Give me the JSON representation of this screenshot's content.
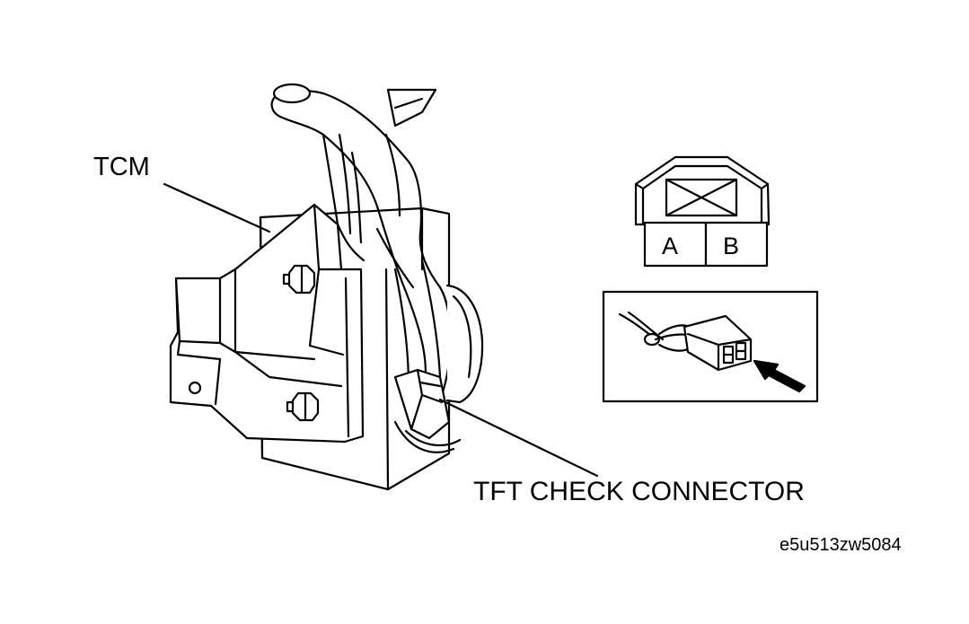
{
  "labels": {
    "tcm": "TCM",
    "tft_check_connector": "TFT CHECK CONNECTOR",
    "pin_a": "A",
    "pin_b": "B",
    "reference_code": "e5u513zw5084"
  },
  "colors": {
    "line": "#000000",
    "background": "#ffffff"
  }
}
